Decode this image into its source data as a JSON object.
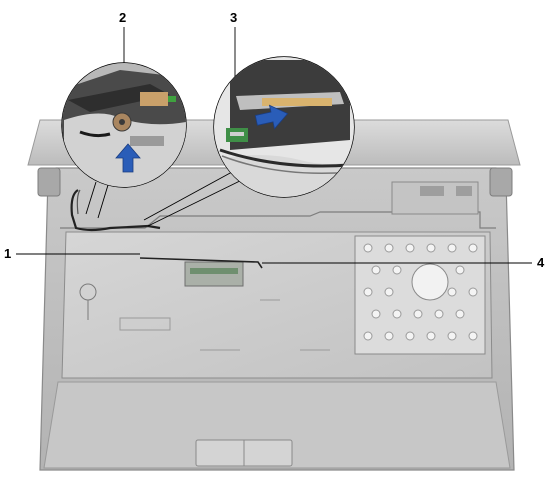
{
  "callouts": {
    "c1": "1",
    "c2": "2",
    "c3": "3",
    "c4": "4"
  },
  "colors": {
    "body": "#bdbdbd",
    "body_dark": "#8f8f8f",
    "body_light": "#d9d9d9",
    "cable": "#222222",
    "arrow": "#2a5db8",
    "pcb_green": "#3f8f47"
  }
}
